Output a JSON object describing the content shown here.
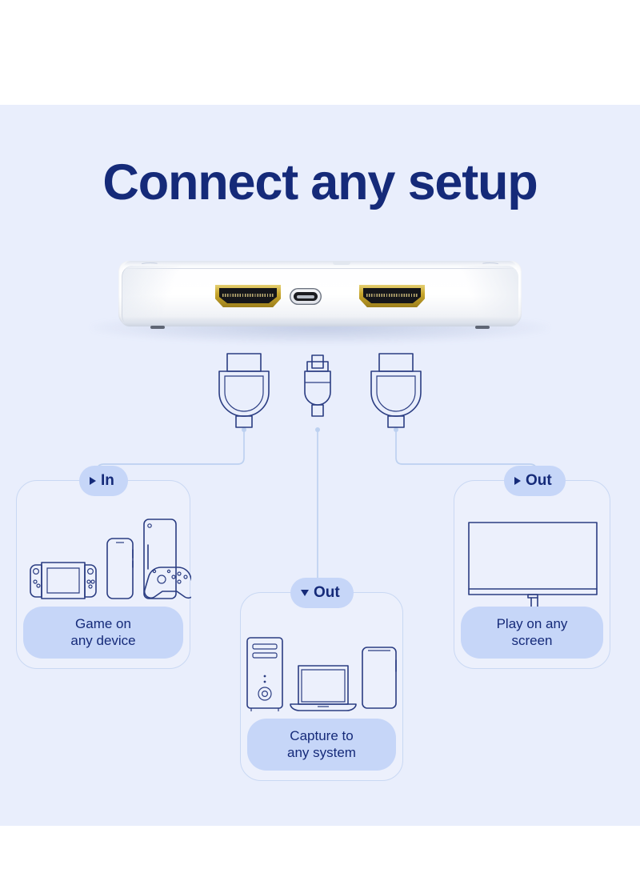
{
  "page": {
    "title": "Connect any setup",
    "background_band": "#e9eefc",
    "accent_navy": "#152a79",
    "accent_line": "#2b3d82",
    "pill_blue": "#c6d6f8",
    "card_border": "#c9d8f3"
  },
  "device": {
    "name": "capture-card",
    "ports": [
      {
        "type": "hdmi-port",
        "label": "HDMI",
        "position": "left"
      },
      {
        "type": "usb-c-port",
        "label": "USB-C",
        "position": "center"
      },
      {
        "type": "hdmi-port",
        "label": "HDMI",
        "position": "right"
      }
    ]
  },
  "connectors": [
    {
      "name": "hdmi-connector-left",
      "icon": "hdmi-plug-icon"
    },
    {
      "name": "usbc-connector-center",
      "icon": "usb-c-plug-icon"
    },
    {
      "name": "hdmi-connector-right",
      "icon": "hdmi-plug-icon"
    }
  ],
  "cards": [
    {
      "id": "in",
      "badge": {
        "label": "In",
        "arrow": "right"
      },
      "caption": "Game on\nany device",
      "caption_line1": "Game on",
      "caption_line2": "any device",
      "icons": [
        "handheld-console-icon",
        "smartphone-icon",
        "game-console-icon",
        "gamepad-icon"
      ]
    },
    {
      "id": "mid",
      "badge": {
        "label": "Out",
        "arrow": "down"
      },
      "caption": "Capture to\nany system",
      "caption_line1": "Capture to",
      "caption_line2": "any system",
      "icons": [
        "desktop-tower-icon",
        "laptop-icon",
        "tablet-icon"
      ]
    },
    {
      "id": "out",
      "badge": {
        "label": "Out",
        "arrow": "right"
      },
      "caption": "Play on any\nscreen",
      "caption_line1": "Play on any",
      "caption_line2": "screen",
      "icons": [
        "monitor-icon"
      ]
    }
  ]
}
